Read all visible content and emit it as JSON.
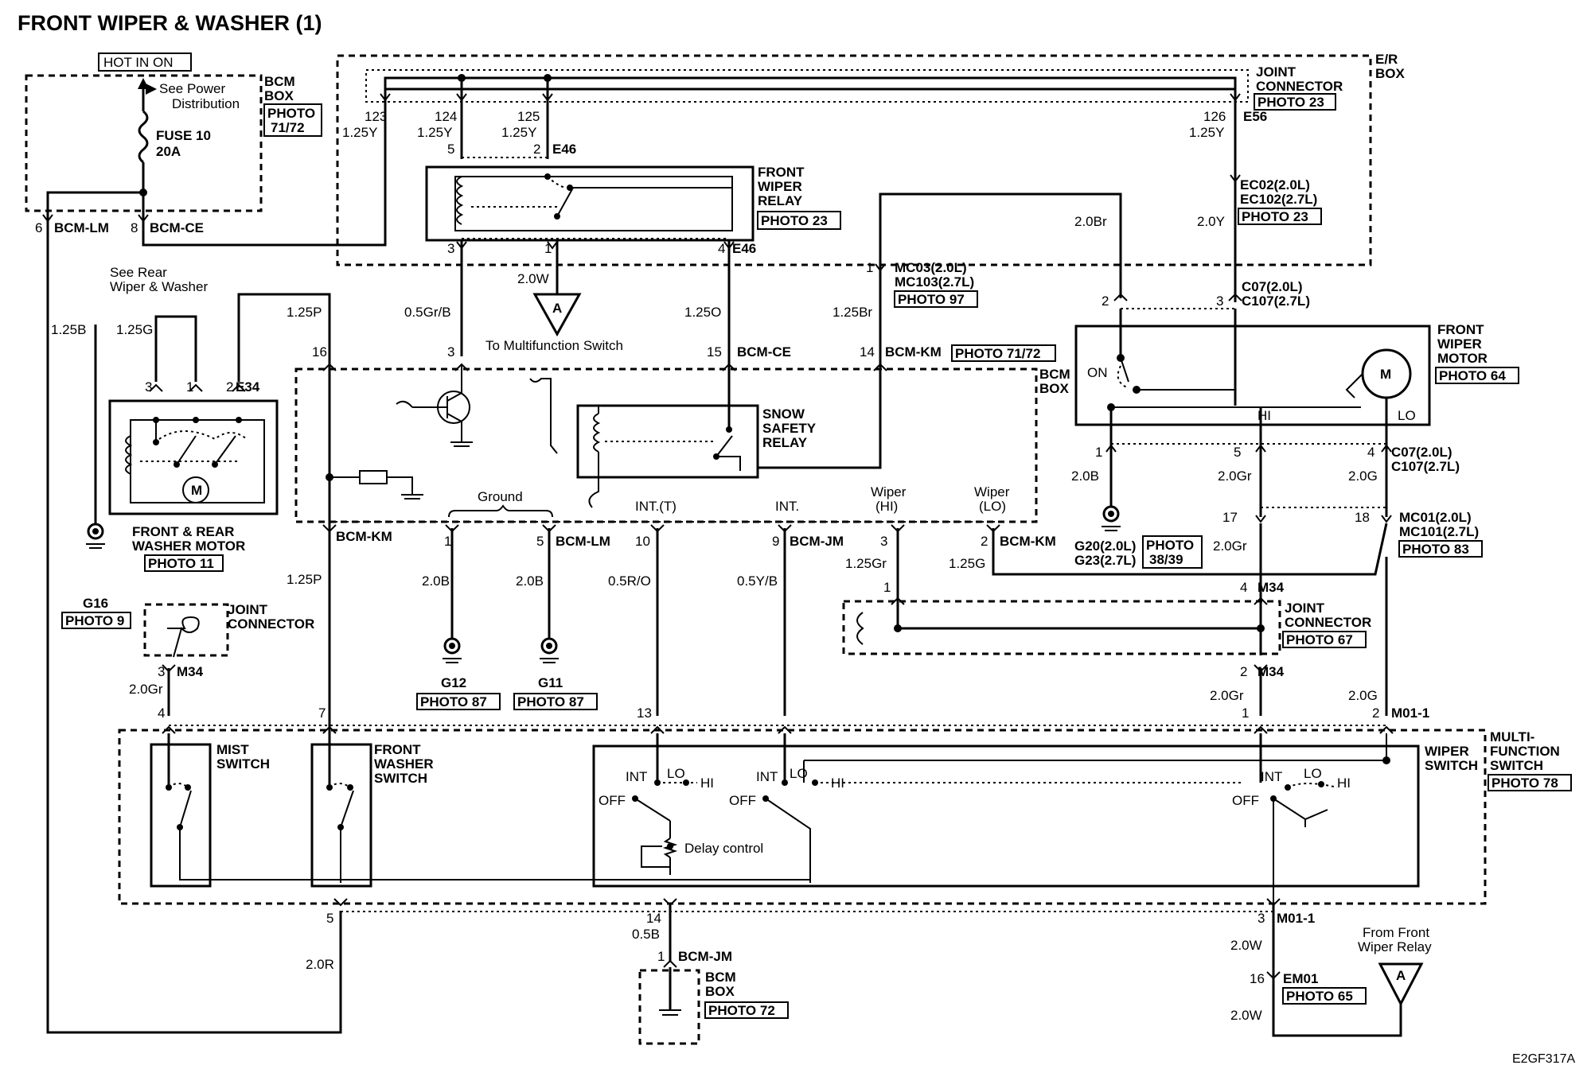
{
  "title": "FRONT WIPER & WASHER (1)",
  "footer_code": "E2GF317A",
  "labels": {
    "hot_in_on": "HOT IN ON",
    "see_power_1": "See Power",
    "see_power_2": "Distribution",
    "fuse": "FUSE 10",
    "fuse_amp": "20A",
    "bcm_box_1": "BCM",
    "bcm_box_2": "BOX",
    "photo_7172_a": "PHOTO",
    "photo_7172_b": "71/72",
    "bcm_lm": "BCM-LM",
    "bcm_ce": "BCM-CE",
    "pin6": "6",
    "pin8": "8",
    "joint_conn_1": "JOINT",
    "joint_conn_2": "CONNECTOR",
    "photo23_a": "PHOTO 23",
    "er_box_1": "E/R",
    "er_box_2": "BOX",
    "p123": "123",
    "p124": "124",
    "p125": "125",
    "p126": "126",
    "w125y": "1.25Y",
    "e56": "E56",
    "p5": "5",
    "p2": "2",
    "e46": "E46",
    "front_wiper_relay_1": "FRONT",
    "front_wiper_relay_2": "WIPER",
    "front_wiper_relay_3": "RELAY",
    "photo23_b": "PHOTO 23",
    "p3": "3",
    "p1": "1",
    "p4": "4",
    "w20w": "2.0W",
    "a_mark": "A",
    "to_mfs": "To Multifunction Switch",
    "ec02": "EC02(2.0L)",
    "ec102": "EC102(2.7L)",
    "photo23_c": "PHOTO 23",
    "w20br": "2.0Br",
    "w20y": "2.0Y",
    "mc03": "MC03(2.0L)",
    "mc103": "MC103(2.7L)",
    "photo97": "PHOTO 97",
    "c07": "C07(2.0L)",
    "c107": "C107(2.7L)",
    "see_rear_1": "See Rear",
    "see_rear_2": "Wiper & Washer",
    "w125b": "1.25B",
    "w125g": "1.25G",
    "w125p": "1.25P",
    "e34": "E34",
    "p16": "16",
    "w05grb": "0.5Gr/B",
    "w125o": "1.25O",
    "p15": "15",
    "bcm_ce_2": "BCM-CE",
    "w125br": "1.25Br",
    "p14": "14",
    "bcm_km": "BCM-KM",
    "photo7172_c": "PHOTO 71/72",
    "bcm_box2_1": "BCM",
    "bcm_box2_2": "BOX",
    "front_wiper_motor_1": "FRONT",
    "front_wiper_motor_2": "WIPER",
    "front_wiper_motor_3": "MOTOR",
    "photo64": "PHOTO 64",
    "on": "ON",
    "m": "M",
    "hi": "HI",
    "lo": "LO",
    "snow_1": "SNOW",
    "snow_2": "SAFETY",
    "snow_3": "RELAY",
    "fr_washer_1": "FRONT & REAR",
    "fr_washer_2": "WASHER MOTOR",
    "photo11": "PHOTO 11",
    "ground": "Ground",
    "int_t": "INT.(T)",
    "int": "INT.",
    "wiper_hi_1": "Wiper",
    "wiper_hi_2": "(HI)",
    "wiper_lo_1": "Wiper",
    "wiper_lo_2": "(LO)",
    "w20b": "2.0B",
    "w20gr": "2.0Gr",
    "w20g": "2.0G",
    "g20": "G20(2.0L)",
    "g23": "G23(2.7L)",
    "photo3839_a": "PHOTO",
    "photo3839_b": "38/39",
    "mc01": "MC01(2.0L)",
    "mc101": "MC101(2.7L)",
    "photo83": "PHOTO 83",
    "bcm_km2": "BCM-KM",
    "bcm_lm2": "BCM-LM",
    "bcm_jm": "BCM-JM",
    "p10": "10",
    "p9": "9",
    "p17": "17",
    "p18": "18",
    "w05ro": "0.5R/O",
    "w05yb": "0.5Y/B",
    "w125gr": "1.25Gr",
    "w125g2": "1.25G",
    "m34": "M34",
    "g16": "G16",
    "photo9": "PHOTO 9",
    "g12": "G12",
    "g11": "G11",
    "photo87a": "PHOTO 87",
    "photo87b": "PHOTO 87",
    "joint_conn2_1": "JOINT",
    "joint_conn2_2": "CONNECTOR",
    "joint_conn3_1": "JOINT",
    "joint_conn3_2": "CONNECTOR",
    "photo67": "PHOTO 67",
    "p7": "7",
    "p13": "13",
    "m01_1": "M01-1",
    "mist_1": "MIST",
    "mist_2": "SWITCH",
    "fws_1": "FRONT",
    "fws_2": "WASHER",
    "fws_3": "SWITCH",
    "wiper_sw_1": "WIPER",
    "wiper_sw_2": "SWITCH",
    "mfs_1": "MULTI-",
    "mfs_2": "FUNCTION",
    "mfs_3": "SWITCH",
    "photo78": "PHOTO 78",
    "sw_int": "INT",
    "sw_lo": "LO",
    "sw_hi": "HI",
    "sw_off": "OFF",
    "delay": "Delay control",
    "w20r": "2.0R",
    "w05b": "0.5B",
    "bcm_jm2": "BCM-JM",
    "photo72": "PHOTO 72",
    "em01": "EM01",
    "photo65": "PHOTO 65",
    "from_relay_1": "From Front",
    "from_relay_2": "Wiper Relay"
  }
}
